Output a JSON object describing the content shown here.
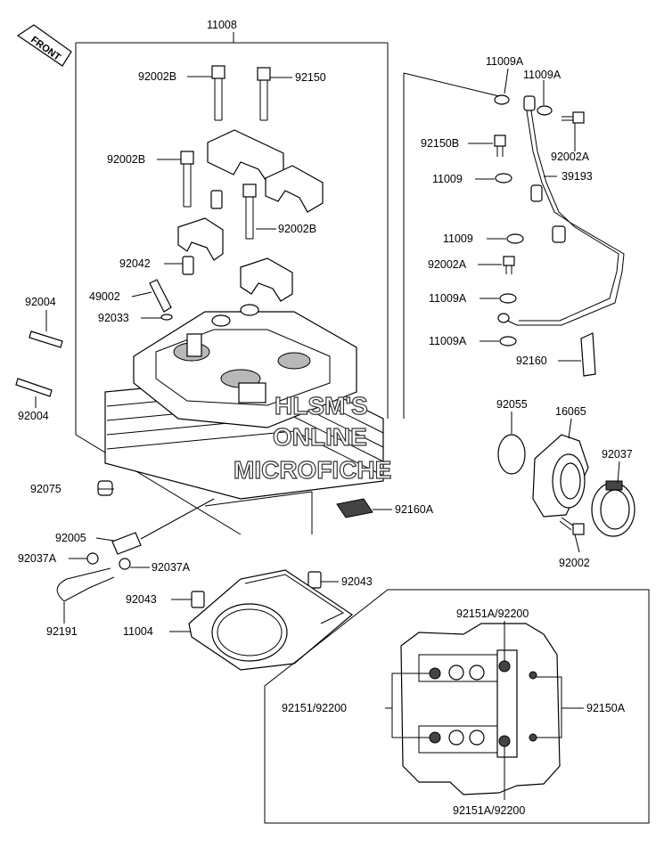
{
  "front_arrow": "FRONT",
  "watermark": [
    "HLSM'S",
    "ONLINE",
    "MICROFICHE"
  ],
  "labels": {
    "l11008": "11008",
    "l92002b_1": "92002B",
    "l92150": "92150",
    "l92002b_2": "92002B",
    "l92002b_3": "92002B",
    "l92042": "92042",
    "l49002": "49002",
    "l92033": "92033",
    "l92004_1": "92004",
    "l92004_2": "92004",
    "l11009a_1": "11009A",
    "l11009a_2": "11009A",
    "l92150b": "92150B",
    "l92002a_1": "92002A",
    "l11009_1": "11009",
    "l39193": "39193",
    "l11009_2": "11009",
    "l92002a_2": "92002A",
    "l11009a_3": "11009A",
    "l11009a_4": "11009A",
    "l92160": "92160",
    "l92055": "92055",
    "l16065": "16065",
    "l92037": "92037",
    "l92075": "92075",
    "l92160a": "92160A",
    "l92005": "92005",
    "l92037a_1": "92037A",
    "l92037a_2": "92037A",
    "l92043_1": "92043",
    "l92043_2": "92043",
    "l92002": "92002",
    "l92191": "92191",
    "l11004": "11004",
    "l92151a_top": "92151A/92200",
    "l92151": "92151/92200",
    "l92150a": "92150A",
    "l92151a_bot": "92151A/92200"
  }
}
